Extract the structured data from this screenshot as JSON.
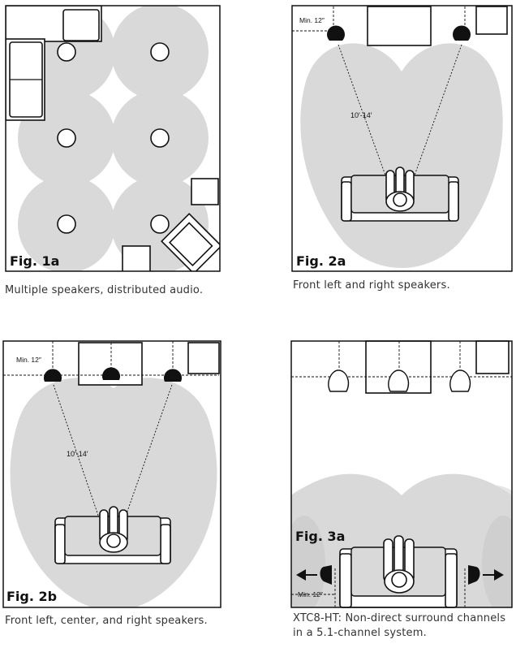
{
  "panels": {
    "fig1a": {
      "label": "Fig. 1a",
      "caption": "Multiple speakers, distributed audio."
    },
    "fig2a": {
      "label": "Fig. 2a",
      "caption": "Front left and right speakers.",
      "min_label": "Min. 12″",
      "distance_label": "10′-14′"
    },
    "fig2b": {
      "label": "Fig. 2b",
      "caption": "Front left, center, and right speakers.",
      "min_label": "Min. 12″",
      "distance_label": "10′-14′"
    },
    "fig3a": {
      "label": "Fig. 3a",
      "caption_line1": "XTC8-HT: Non-direct surround channels",
      "caption_line2": "in a 5.1-channel system.",
      "min_label": "Min. 12″"
    }
  },
  "colors": {
    "zone_gray": "#d9d9d9",
    "line": "#111111",
    "background": "#ffffff"
  },
  "icons": [
    "speaker-icon",
    "sofa-icon",
    "armchair-icon",
    "listener-icon",
    "tv-icon",
    "cabinet-icon",
    "arrow-left-icon",
    "arrow-right-icon"
  ]
}
